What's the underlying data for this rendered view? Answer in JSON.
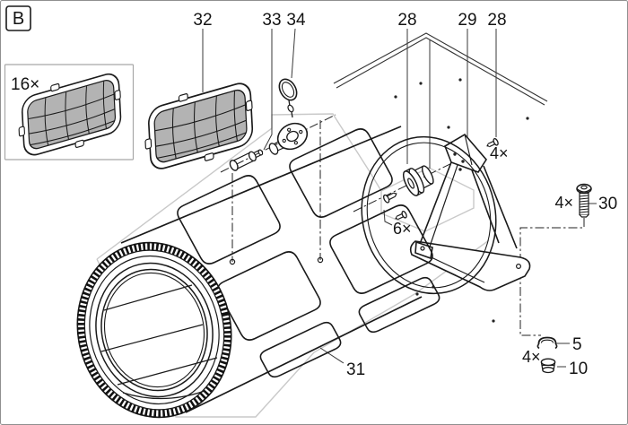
{
  "figure_ref": "B",
  "inset": {
    "qty": "16×"
  },
  "callouts": {
    "c32": "32",
    "c33": "33",
    "c34": "34",
    "c28_left": "28",
    "c29": "29",
    "c28_right": "28",
    "c30": "30",
    "c31": "31",
    "c5": "5",
    "c10": "10"
  },
  "quantities": {
    "screw_top": "4×",
    "drum_screws": "6×",
    "bolt_30": "4×",
    "cap_10": "4×"
  },
  "colors": {
    "line": "#1a1a1a",
    "mesh_fill": "#b3b3b3",
    "detail_boundary": "#c9c9c9",
    "page_border": "#8f8f8f",
    "background": "#ffffff"
  }
}
